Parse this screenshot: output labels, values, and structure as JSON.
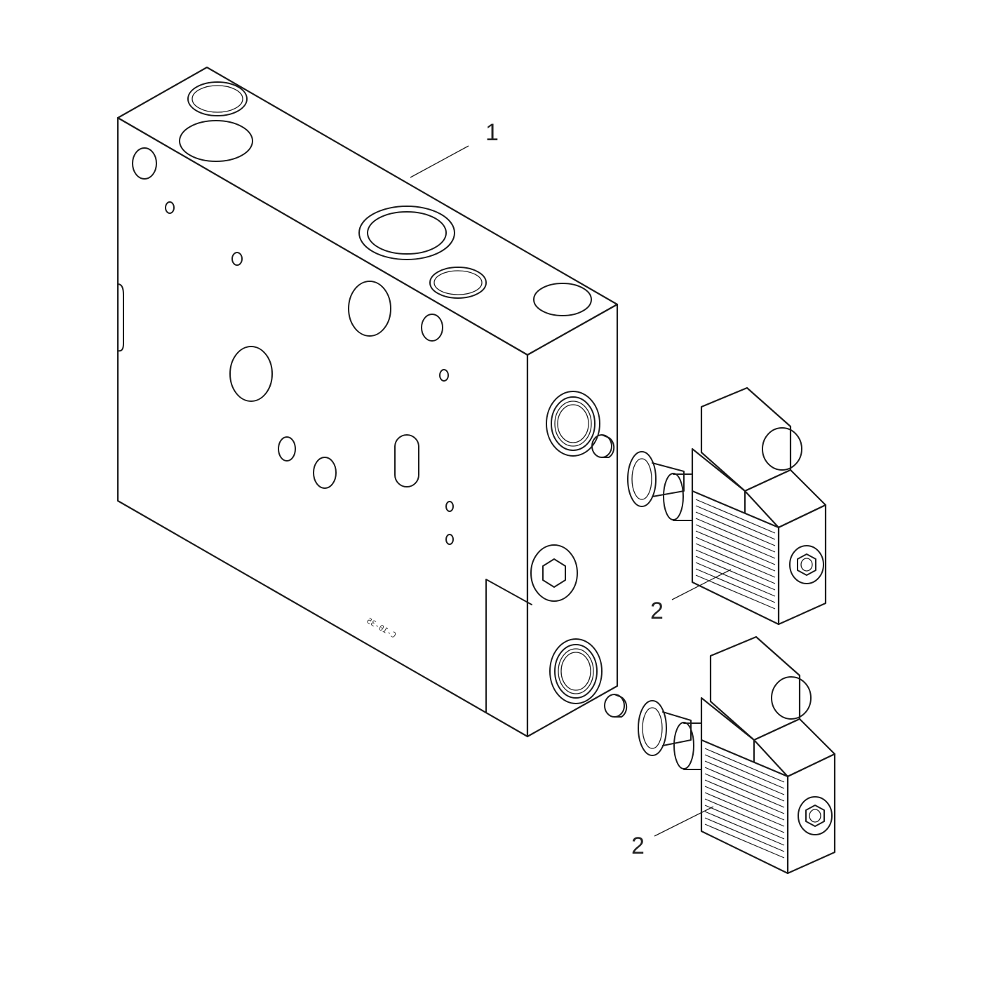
{
  "callouts": {
    "manifold_block": "1",
    "solenoid_upper": "2",
    "solenoid_lower": "2"
  },
  "block_stamp": "C-10-35",
  "colors": {
    "line": "#1a1a1a",
    "background": "#ffffff"
  }
}
